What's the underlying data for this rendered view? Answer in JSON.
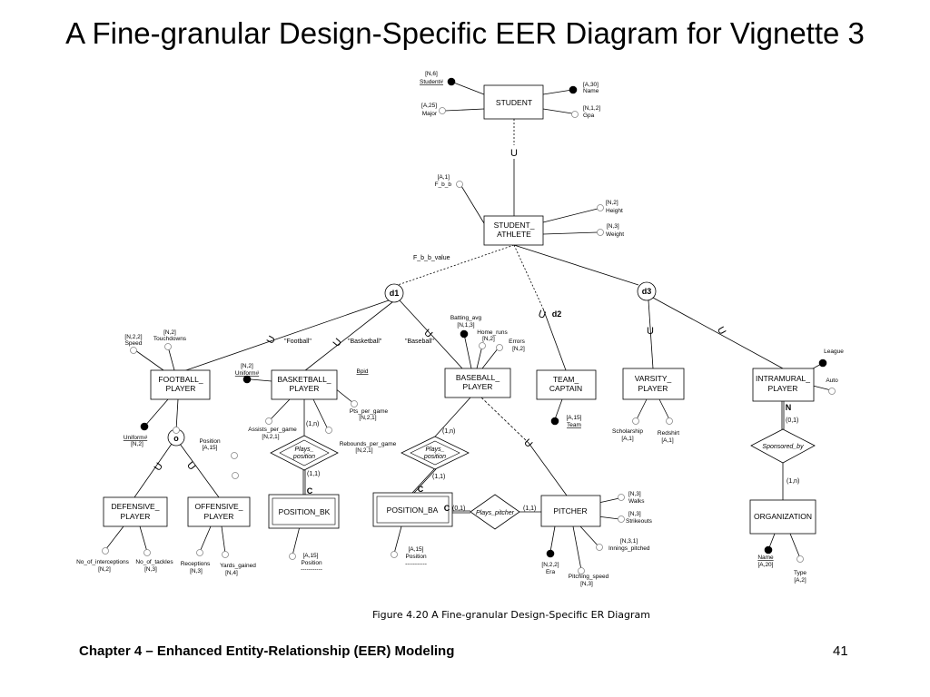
{
  "slide": {
    "title": "A Fine-granular Design-Specific EER Diagram for Vignette 3",
    "caption": "Figure 4.20  A Fine-granular Design-Specific ER Diagram",
    "footer_left": "Chapter 4 – Enhanced Entity-Relationship (EER) Modeling",
    "page_number": "41"
  },
  "entities": {
    "student": "STUDENT",
    "student_athlete": [
      "STUDENT_",
      "ATHLETE"
    ],
    "football_player": [
      "FOOTBALL_",
      "PLAYER"
    ],
    "basketball_player": [
      "BASKETBALL_",
      "PLAYER"
    ],
    "baseball_player": [
      "BASEBALL_",
      "PLAYER"
    ],
    "team_captain": [
      "TEAM_",
      "CAPTAIN"
    ],
    "varsity_player": [
      "VARSITY_",
      "PLAYER"
    ],
    "intramural_player": [
      "INTRAMURAL_",
      "PLAYER"
    ],
    "defensive_player": [
      "DEFENSIVE_",
      "PLAYER"
    ],
    "offensive_player": [
      "OFFENSIVE_",
      "PLAYER"
    ],
    "position_bk": "POSITION_BK",
    "position_ba": "POSITION_BA",
    "pitcher": "PITCHER",
    "organization": "ORGANIZATION"
  },
  "relationships": {
    "plays_position_bk": [
      "Plays_",
      "position"
    ],
    "plays_position_ba": [
      "Plays_",
      "position"
    ],
    "plays_pitcher": "Plays_pitcher",
    "sponsored_by": "Sponsored_by"
  },
  "attributes": {
    "student_no": [
      "[N,6]",
      "Student#"
    ],
    "name": [
      "[A,30]",
      "Name"
    ],
    "major": [
      "[A,25]",
      "Major"
    ],
    "gpa": [
      "[N,1,2]",
      "Gpa"
    ],
    "fbb": [
      "[A,1]",
      "F_b_b"
    ],
    "height": [
      "[N,2]",
      "Height"
    ],
    "weight": [
      "[N,3]",
      "Weight"
    ],
    "speed": [
      "[N,2,2]",
      "Speed"
    ],
    "touchdowns": [
      "[N,2]",
      "Touchdowns"
    ],
    "uniform_bk": [
      "[N,2]",
      "Uniform#"
    ],
    "bpid": "Bpid",
    "batting_avg": [
      "Batting_avg",
      "[N,1,3]"
    ],
    "home_runs": [
      "Home_runs",
      "[N,2]"
    ],
    "errors": [
      "Errors",
      "[N,2]"
    ],
    "league": "League",
    "auto": "Auto",
    "pts_per_game": [
      "Pts_per_game",
      "[N,2,1]"
    ],
    "assists_per_game": [
      "Assists_per_game",
      "[N,2,1]"
    ],
    "rebounds_per_game": [
      "Rebounds_per_game",
      "[N,2,1]"
    ],
    "uniform_fb": [
      "Uniform#",
      "[N,2]"
    ],
    "position_fb": [
      "Position",
      "[A,15]"
    ],
    "team": [
      "[A,15]",
      "Team"
    ],
    "scholarship": [
      "Scholarship",
      "[A,1]"
    ],
    "redshirt": [
      "Redshirt",
      "[A,1]"
    ],
    "no_interceptions": [
      "No_of_interceptions",
      "[N,2]"
    ],
    "no_tackles": [
      "No_of_tackles",
      "[N,3]"
    ],
    "receptions": [
      "Receptions",
      "[N,3]"
    ],
    "yards_gained": [
      "Yards_gained",
      "[N,4]"
    ],
    "position_bk_attr": [
      "[A,15]",
      "Position",
      "-----------"
    ],
    "position_ba_attr": [
      "[A,15]",
      "Position",
      "-----------"
    ],
    "walks": [
      "[N,3]",
      "Walks"
    ],
    "strikeouts": [
      "[N,3]",
      "Strikeouts"
    ],
    "innings_pitched": [
      "[N,3,1]",
      "Innings_pitched"
    ],
    "era": [
      "[N,2,2]",
      "Era"
    ],
    "pitching_speed": [
      "Pitching_speed",
      "[N,3]"
    ],
    "org_name": [
      "Name",
      "[A,20]"
    ],
    "org_type": [
      "Type",
      "[A,2]"
    ]
  },
  "labels": {
    "d1": "d1",
    "d2": "d2",
    "d3": "d3",
    "o": "o",
    "fbb_value": "F_b_b_value",
    "football": "\"Football\"",
    "basketball": "\"Basketball\"",
    "baseball": "\"Baseball\"",
    "subset": "U",
    "card_1n": "(1,n)",
    "card_11": "(1,1)",
    "card_01": "(0,1)",
    "c": "C",
    "n": "N"
  }
}
